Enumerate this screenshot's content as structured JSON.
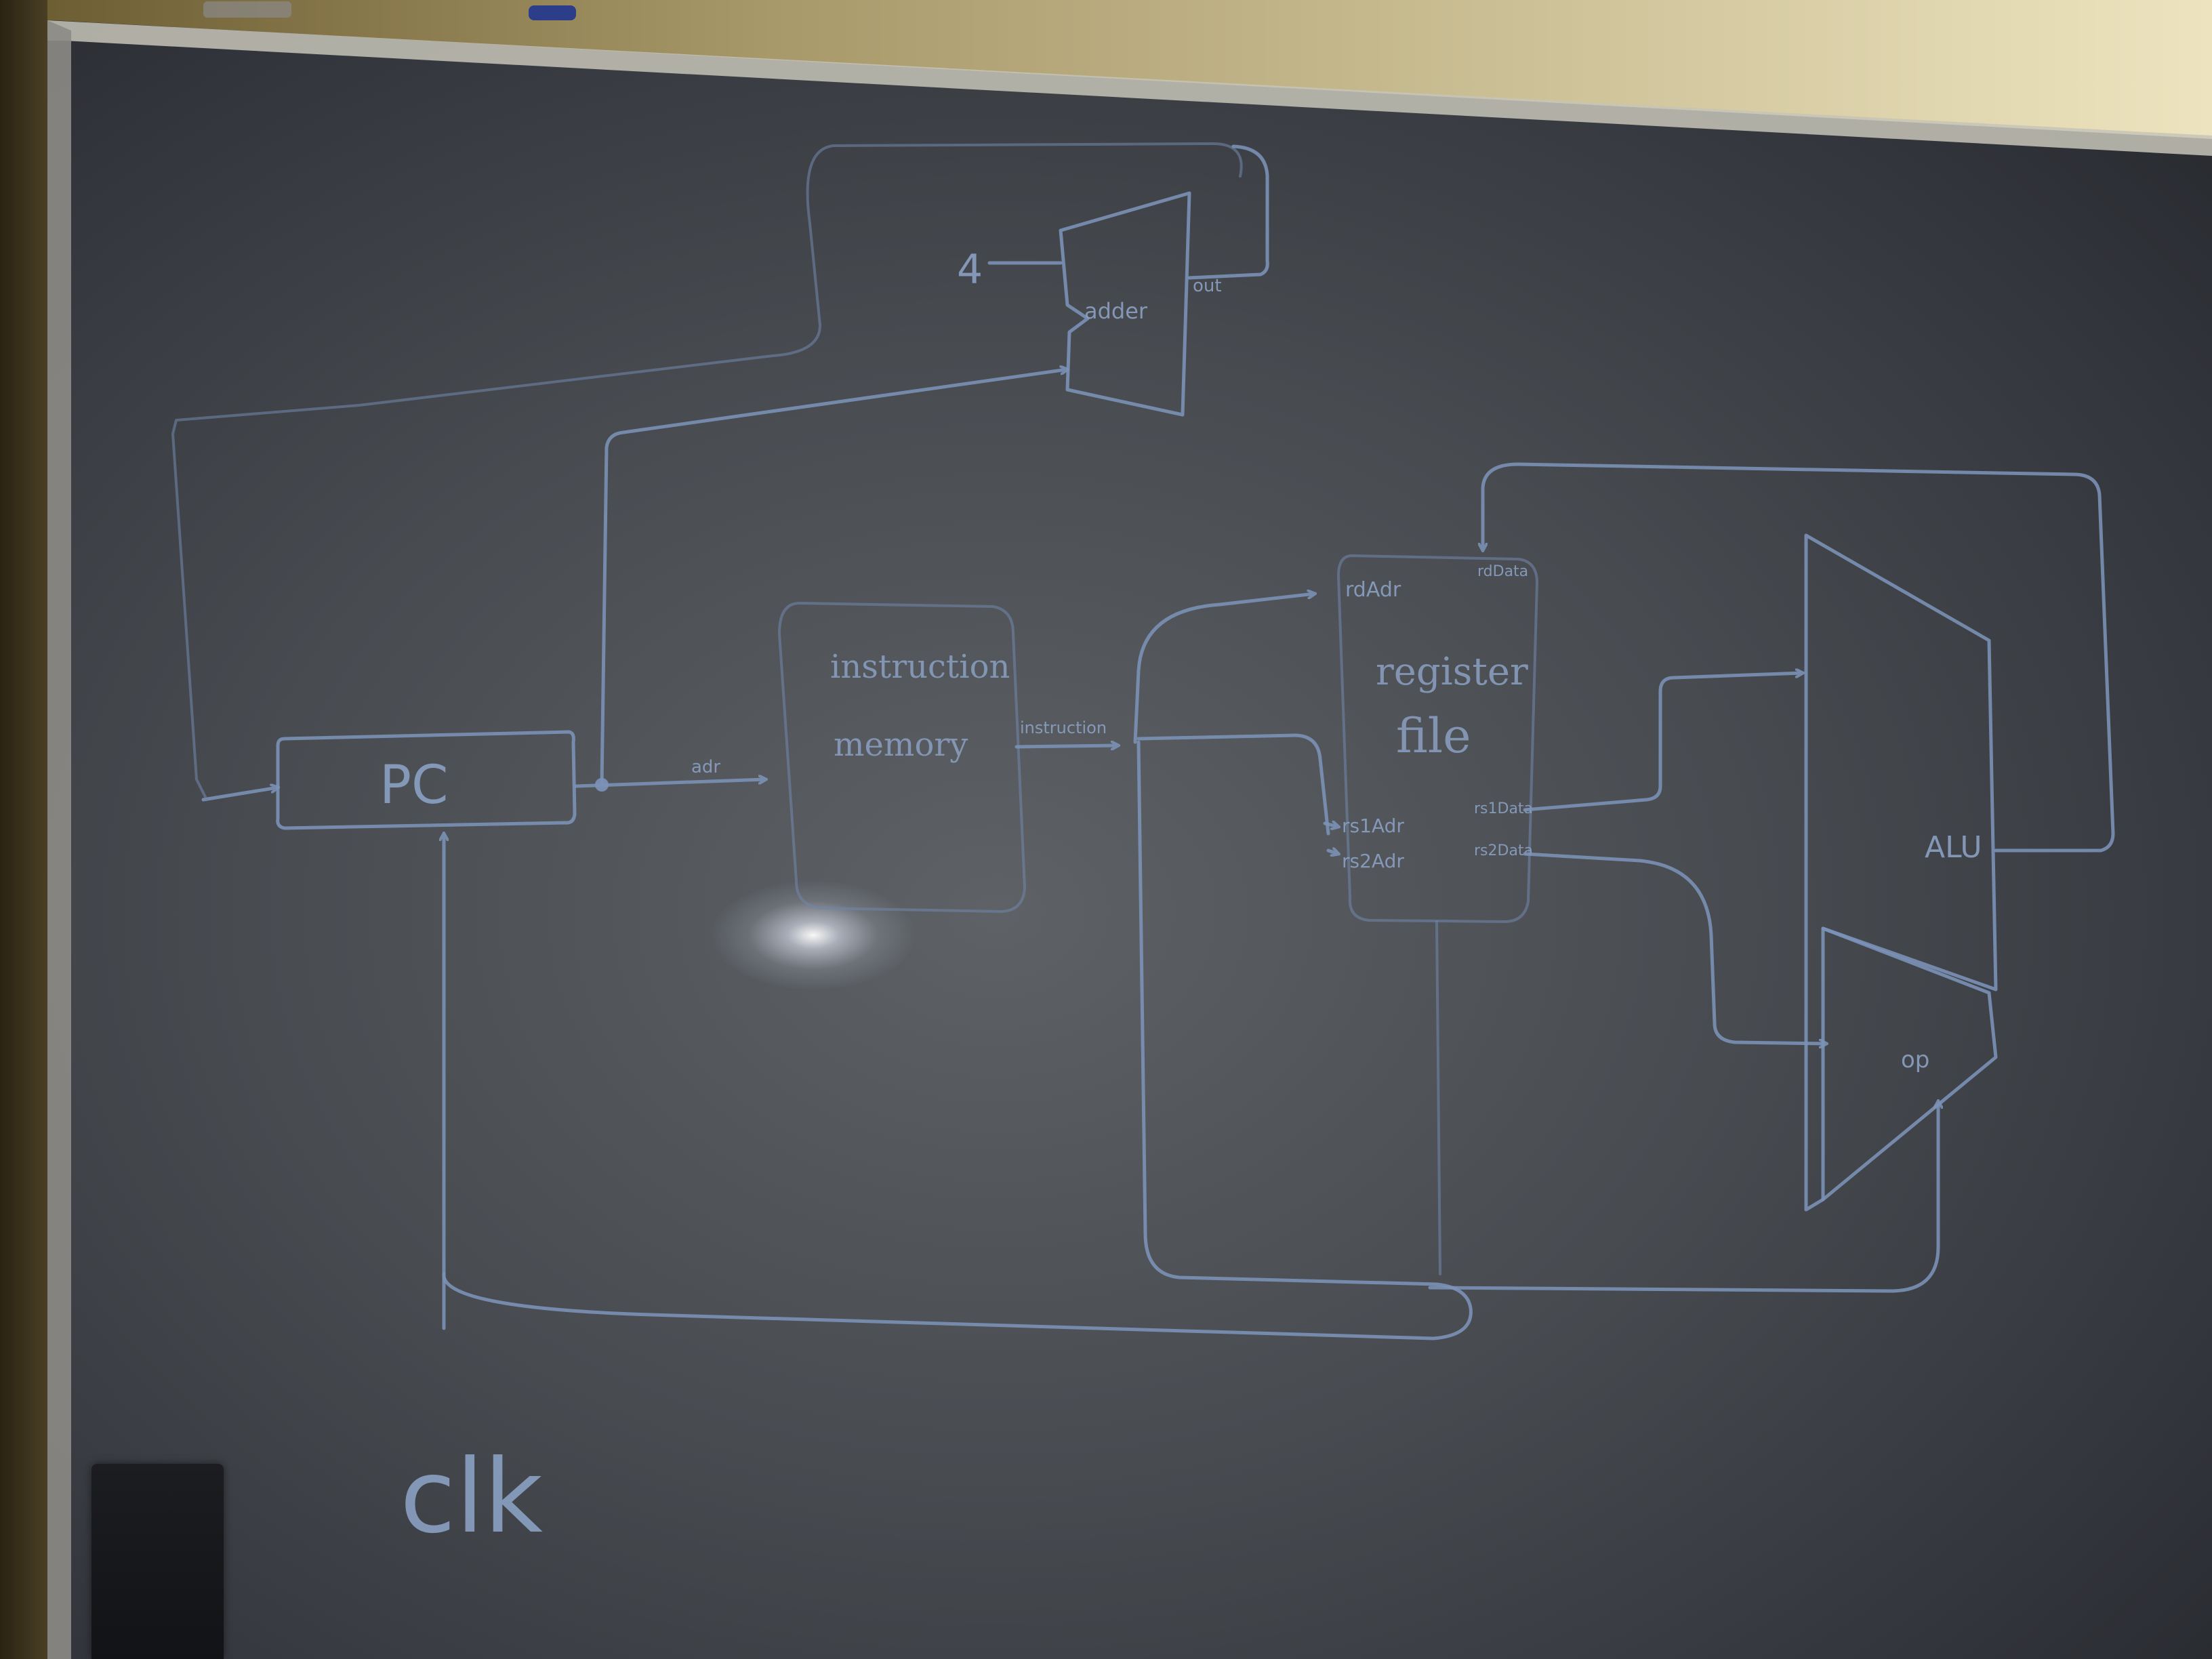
{
  "diagram": {
    "labels": {
      "pc": "PC",
      "clk": "clk",
      "adder": "adder",
      "four": "4",
      "adder_out": "out",
      "adr": "adr",
      "instruction_memory_line1": "instruction",
      "instruction_memory_line2": "memory",
      "instruction_signal": "instruction",
      "register_file_line1": "register",
      "register_file_line2": "file",
      "rd_adr": "rdAdr",
      "rd_data": "rdData",
      "rs1_adr": "rs1Adr",
      "rs2_adr": "rs2Adr",
      "rs1_data": "rs1Data",
      "rs2_data": "rs2Data",
      "alu": "ALU",
      "op": "op"
    },
    "colors": {
      "ink": "#7c93b8",
      "board": "#4a4e53",
      "frame": "#b8b6ad",
      "wall": "#d9d2ae"
    }
  }
}
